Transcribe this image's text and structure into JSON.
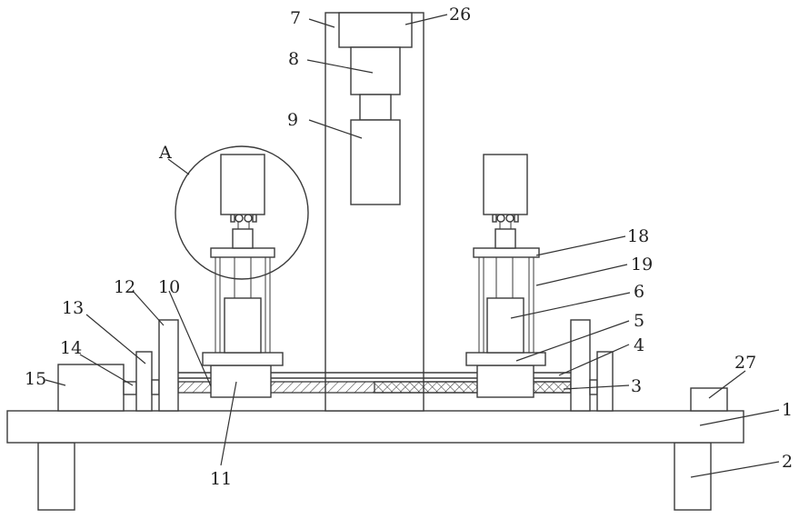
{
  "figure": {
    "labels": {
      "l1": "1",
      "l2": "2",
      "l3": "3",
      "l4": "4",
      "l5": "5",
      "l6": "6",
      "l7": "7",
      "l8": "8",
      "l9": "9",
      "l10": "10",
      "l11": "11",
      "l12": "12",
      "l13": "13",
      "l14": "14",
      "l15": "15",
      "l18": "18",
      "l19": "19",
      "l26": "26",
      "l27": "27",
      "lA": "A"
    }
  }
}
